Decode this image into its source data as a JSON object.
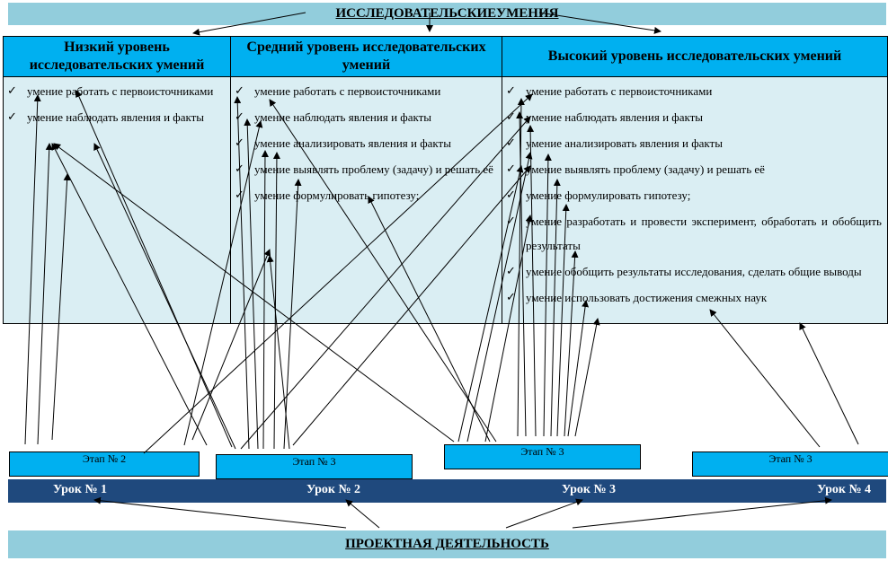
{
  "title": "ИССЛЕДОВАТЕЛЬСКИЕУМЕНИЯ",
  "footer": "ПРОЕКТНАЯ ДЕЯТЕЛЬНОСТЬ",
  "columns": [
    {
      "header": "Низкий уровень исследовательских умений",
      "items": [
        "умение работать с первоисточниками",
        "умение наблюдать явления и факты"
      ]
    },
    {
      "header": "Средний уровень исследовательских умений",
      "items": [
        "умение работать с первоисточниками",
        "умение наблюдать явления и факты",
        "умение анализировать явления и факты",
        "умение выявлять проблему (задачу) и решать её",
        "умение формулировать гипотезу;"
      ]
    },
    {
      "header": "Высокий уровень исследовательских умений",
      "items": [
        "умение работать с первоисточниками",
        "умение наблюдать явления и факты",
        "умение анализировать явления и факты",
        "умение выявлять проблему (задачу) и решать её",
        "умение формулировать гипотезу;",
        "умение разработать и провести эксперимент, обработать и обобщить результаты",
        "умение обобщить результаты исследования, сделать общие выводы",
        "умение использовать достижения смежных наук"
      ]
    }
  ],
  "check_mark": "✓",
  "stages": [
    "Этап № 2",
    "Этап № 3",
    "Этап № 3",
    "Этап № 3"
  ],
  "lessons": [
    "Урок № 1",
    "Урок № 2",
    "Урок № 3",
    "Урок № 4"
  ],
  "colors": {
    "banner": "#92cddc",
    "table_header": "#00b0f0",
    "table_body": "#daeef3",
    "stage_box": "#00b0f0",
    "lesson_bar": "#1f497d",
    "arrow": "#000000"
  }
}
